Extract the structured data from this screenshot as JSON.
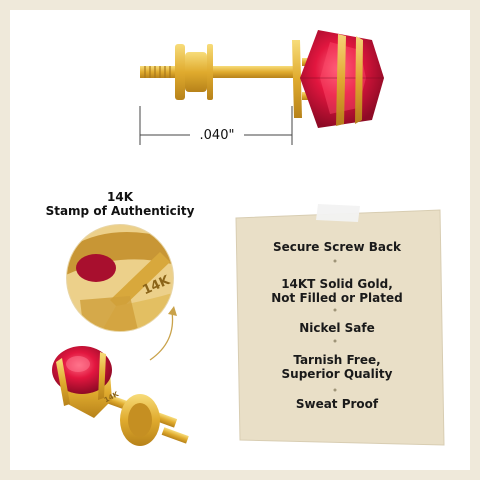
{
  "measurement": {
    "label": ".040\""
  },
  "stamp_caption": {
    "line1": "14K",
    "line2": "Stamp of Authenticity"
  },
  "stamp_engraving": "14K",
  "features": [
    {
      "line1": "Secure Screw Back",
      "line2": ""
    },
    {
      "line1": "14KT Solid Gold,",
      "line2": "Not Filled or Plated"
    },
    {
      "line1": "Nickel Safe",
      "line2": ""
    },
    {
      "line1": "Tarnish Free,",
      "line2": "Superior Quality"
    },
    {
      "line1": "Sweat Proof",
      "line2": ""
    }
  ],
  "colors": {
    "frame": "#efe9da",
    "note_paper": "#e9dfc7",
    "gold": "#e2b23a",
    "ruby": "#d4123c"
  }
}
